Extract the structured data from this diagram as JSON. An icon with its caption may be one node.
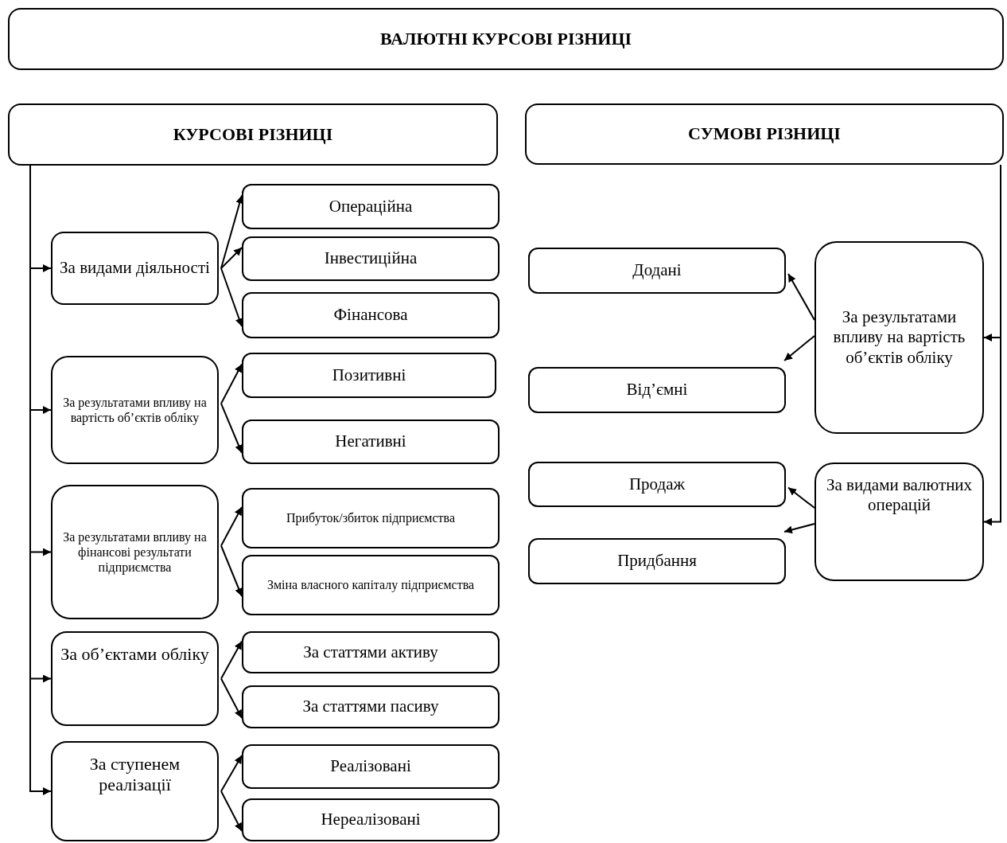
{
  "diagram": {
    "nodes": [
      {
        "text": [
          "ВАЛЮТНІ КУРСОВІ РІЗНИЦІ"
        ]
      },
      {
        "text": [
          "КУРСОВІ РІЗНИЦІ"
        ]
      },
      {
        "text": [
          "СУМОВІ РІЗНИЦІ"
        ]
      },
      {
        "text": [
          "За видами діяльності"
        ]
      },
      {
        "text": [
          "Операційна"
        ]
      },
      {
        "text": [
          "Інвестиційна"
        ]
      },
      {
        "text": [
          "Фінансова"
        ]
      },
      {
        "text": [
          "За результатами впливу на вартість об’єктів обліку"
        ]
      },
      {
        "text": [
          "Позитивні"
        ]
      },
      {
        "text": [
          "Негативні"
        ]
      },
      {
        "text": [
          "За результатами впливу на фінансові результати підприємства"
        ]
      },
      {
        "text": [
          "Прибуток/збиток підприємства"
        ]
      },
      {
        "text": [
          "Зміна власного капіталу підприємства"
        ]
      },
      {
        "text": [
          "За об’єктами обліку"
        ]
      },
      {
        "text": [
          "За статтями активу"
        ]
      },
      {
        "text": [
          "За статтями пасиву"
        ]
      },
      {
        "text": [
          "За ступенем реалізації"
        ]
      },
      {
        "text": [
          "Реалізовані"
        ]
      },
      {
        "text": [
          "Нереалізовані"
        ]
      },
      {
        "text": [
          "Додані"
        ]
      },
      {
        "text": [
          "Від’ємні"
        ]
      },
      {
        "text": [
          "За результатами впливу на вартість об’єктів обліку"
        ]
      },
      {
        "text": [
          "Продаж"
        ]
      },
      {
        "text": [
          "Придбання"
        ]
      },
      {
        "text": [
          "За видами валютних операцій"
        ]
      }
    ],
    "edges": [
      {
        "from": 1,
        "to": 3,
        "arrow": "to"
      },
      {
        "from": 1,
        "to": 7,
        "arrow": "to"
      },
      {
        "from": 1,
        "to": 10,
        "arrow": "to"
      },
      {
        "from": 1,
        "to": 13,
        "arrow": "to"
      },
      {
        "from": 1,
        "to": 16,
        "arrow": "to"
      },
      {
        "from": 3,
        "to": 4,
        "arrow": "to"
      },
      {
        "from": 3,
        "to": 5,
        "arrow": "to"
      },
      {
        "from": 3,
        "to": 6,
        "arrow": "to"
      },
      {
        "from": 7,
        "to": 8,
        "arrow": "to"
      },
      {
        "from": 7,
        "to": 9,
        "arrow": "to"
      },
      {
        "from": 10,
        "to": 11,
        "arrow": "to"
      },
      {
        "from": 10,
        "to": 12,
        "arrow": "to"
      },
      {
        "from": 13,
        "to": 14,
        "arrow": "to"
      },
      {
        "from": 13,
        "to": 15,
        "arrow": "to"
      },
      {
        "from": 16,
        "to": 17,
        "arrow": "to"
      },
      {
        "from": 16,
        "to": 18,
        "arrow": "to"
      },
      {
        "from": 2,
        "to": 21,
        "arrow": "to"
      },
      {
        "from": 2,
        "to": 24,
        "arrow": "to"
      },
      {
        "from": 21,
        "to": 19,
        "arrow": "to"
      },
      {
        "from": 21,
        "to": 20,
        "arrow": "to"
      },
      {
        "from": 24,
        "to": 22,
        "arrow": "to"
      },
      {
        "from": 24,
        "to": 23,
        "arrow": "to"
      }
    ]
  }
}
